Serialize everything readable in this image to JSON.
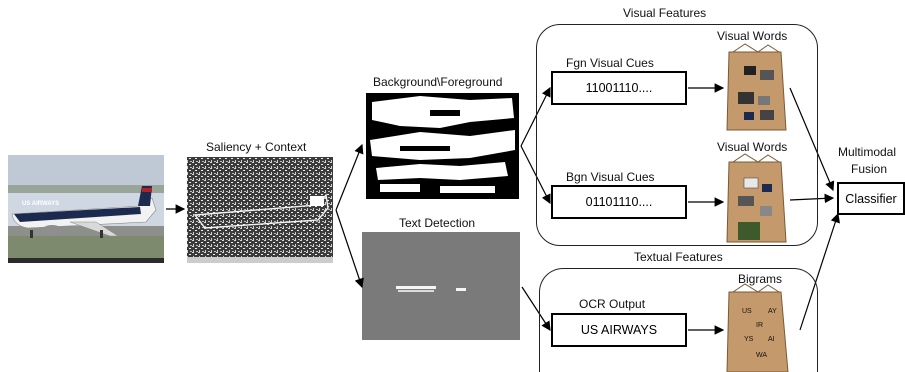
{
  "stages": {
    "saliency": "Saliency + Context",
    "background_foreground": "Background\\Foreground",
    "text_detection": "Text Detection"
  },
  "groups": {
    "visual_features": "Visual Features",
    "textual_features": "Textual Features"
  },
  "cues": {
    "fgn": {
      "title": "Fgn Visual Cues",
      "value": "11001110...."
    },
    "bgn": {
      "title": "Bgn Visual Cues",
      "value": "01101110...."
    },
    "ocr": {
      "title": "OCR Output",
      "value": "US AIRWAYS"
    }
  },
  "words": {
    "visual_words_1": "Visual Words",
    "visual_words_2": "Visual Words",
    "bigrams": "Bigrams"
  },
  "fusion": {
    "title_line1": "Multimodal",
    "title_line2": "Fusion",
    "classifier": "Classifier"
  },
  "photo": {
    "airline_text": "US AIRWAYS"
  },
  "bigram_tokens": [
    "US",
    "AY",
    "IR",
    "YS",
    "AI",
    "WA"
  ],
  "colors": {
    "sky": "#cfd8e2",
    "fuselage": "#f2f2f2",
    "airline_blue": "#1c2a4f",
    "stripe_red": "#b3202a",
    "bag_brown": "#c49a6c",
    "gray_panel": "#7a7a7a"
  }
}
